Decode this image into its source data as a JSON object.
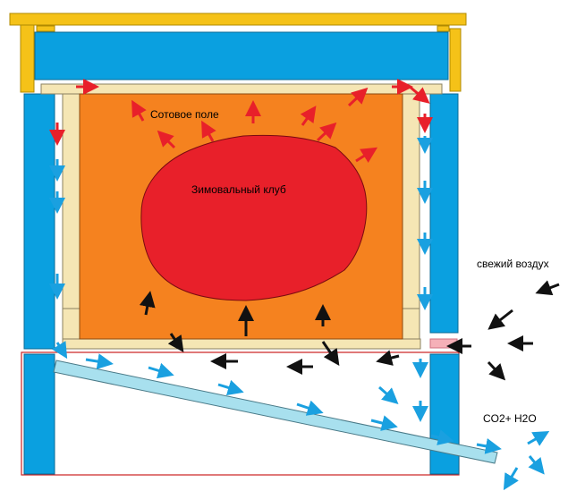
{
  "labels": {
    "honeycomb_field": "Сотовое поле",
    "winter_cluster": "Зимовальный клуб",
    "fresh_air": "свежий воздух",
    "exhaust": "CO2+ H2O"
  },
  "colors": {
    "roof": "#f5c218",
    "roof_edge": "#b08a00",
    "wall": "#0aa0e0",
    "frame": "#f5e6b4",
    "frame_edge": "#8a8060",
    "comb": "#f5821f",
    "cluster": "#e8202a",
    "warm_arrow": "#e8202a",
    "cold_arrow": "#1aa0e0",
    "fresh_arrow": "#111111",
    "board": "#a8e0ee",
    "board_edge": "#4a7a88",
    "entrance": "#f5b0b8",
    "outline_red": "#cc2020"
  },
  "arrows": {
    "warm": [
      [
        85,
        97,
        105,
        97
      ],
      [
        160,
        135,
        150,
        117
      ],
      [
        195,
        165,
        180,
        150
      ],
      [
        238,
        158,
        228,
        140
      ],
      [
        283,
        138,
        283,
        118
      ],
      [
        338,
        140,
        350,
        123
      ],
      [
        355,
        157,
        372,
        141
      ],
      [
        390,
        118,
        407,
        102
      ],
      [
        398,
        180,
        417,
        168
      ],
      [
        438,
        97,
        456,
        97
      ],
      [
        458,
        97,
        476,
        112
      ],
      [
        64,
        137,
        64,
        157
      ],
      [
        475,
        127,
        475,
        143
      ]
    ],
    "cold": [
      [
        64,
        178,
        64,
        197
      ],
      [
        64,
        214,
        64,
        233
      ],
      [
        64,
        306,
        64,
        329
      ],
      [
        64,
        383,
        72,
        396
      ],
      [
        475,
        152,
        475,
        166
      ],
      [
        475,
        202,
        475,
        222
      ],
      [
        475,
        260,
        475,
        279
      ],
      [
        475,
        321,
        475,
        341
      ],
      [
        96,
        402,
        121,
        406
      ],
      [
        166,
        411,
        189,
        418
      ],
      [
        244,
        430,
        267,
        437
      ],
      [
        332,
        452,
        356,
        460
      ],
      [
        415,
        470,
        439,
        476
      ],
      [
        482,
        487,
        502,
        492
      ],
      [
        533,
        497,
        555,
        501
      ],
      [
        424,
        433,
        441,
        448
      ],
      [
        470,
        401,
        470,
        417
      ],
      [
        470,
        448,
        470,
        466
      ],
      [
        590,
        496,
        609,
        485
      ],
      [
        578,
        523,
        566,
        543
      ],
      [
        592,
        510,
        605,
        526
      ]
    ],
    "fresh": [
      [
        163,
        352,
        167,
        331
      ],
      [
        275,
        376,
        275,
        347
      ],
      [
        361,
        365,
        361,
        346
      ],
      [
        191,
        373,
        202,
        389
      ],
      [
        266,
        404,
        241,
        404
      ],
      [
        350,
        410,
        326,
        410
      ],
      [
        446,
        398,
        426,
        403
      ],
      [
        361,
        382,
        376,
        404
      ],
      [
        527,
        387,
        505,
        387
      ],
      [
        625,
        318,
        604,
        326
      ],
      [
        573,
        347,
        550,
        365
      ],
      [
        596,
        384,
        573,
        384
      ],
      [
        546,
        405,
        561,
        421
      ]
    ]
  }
}
